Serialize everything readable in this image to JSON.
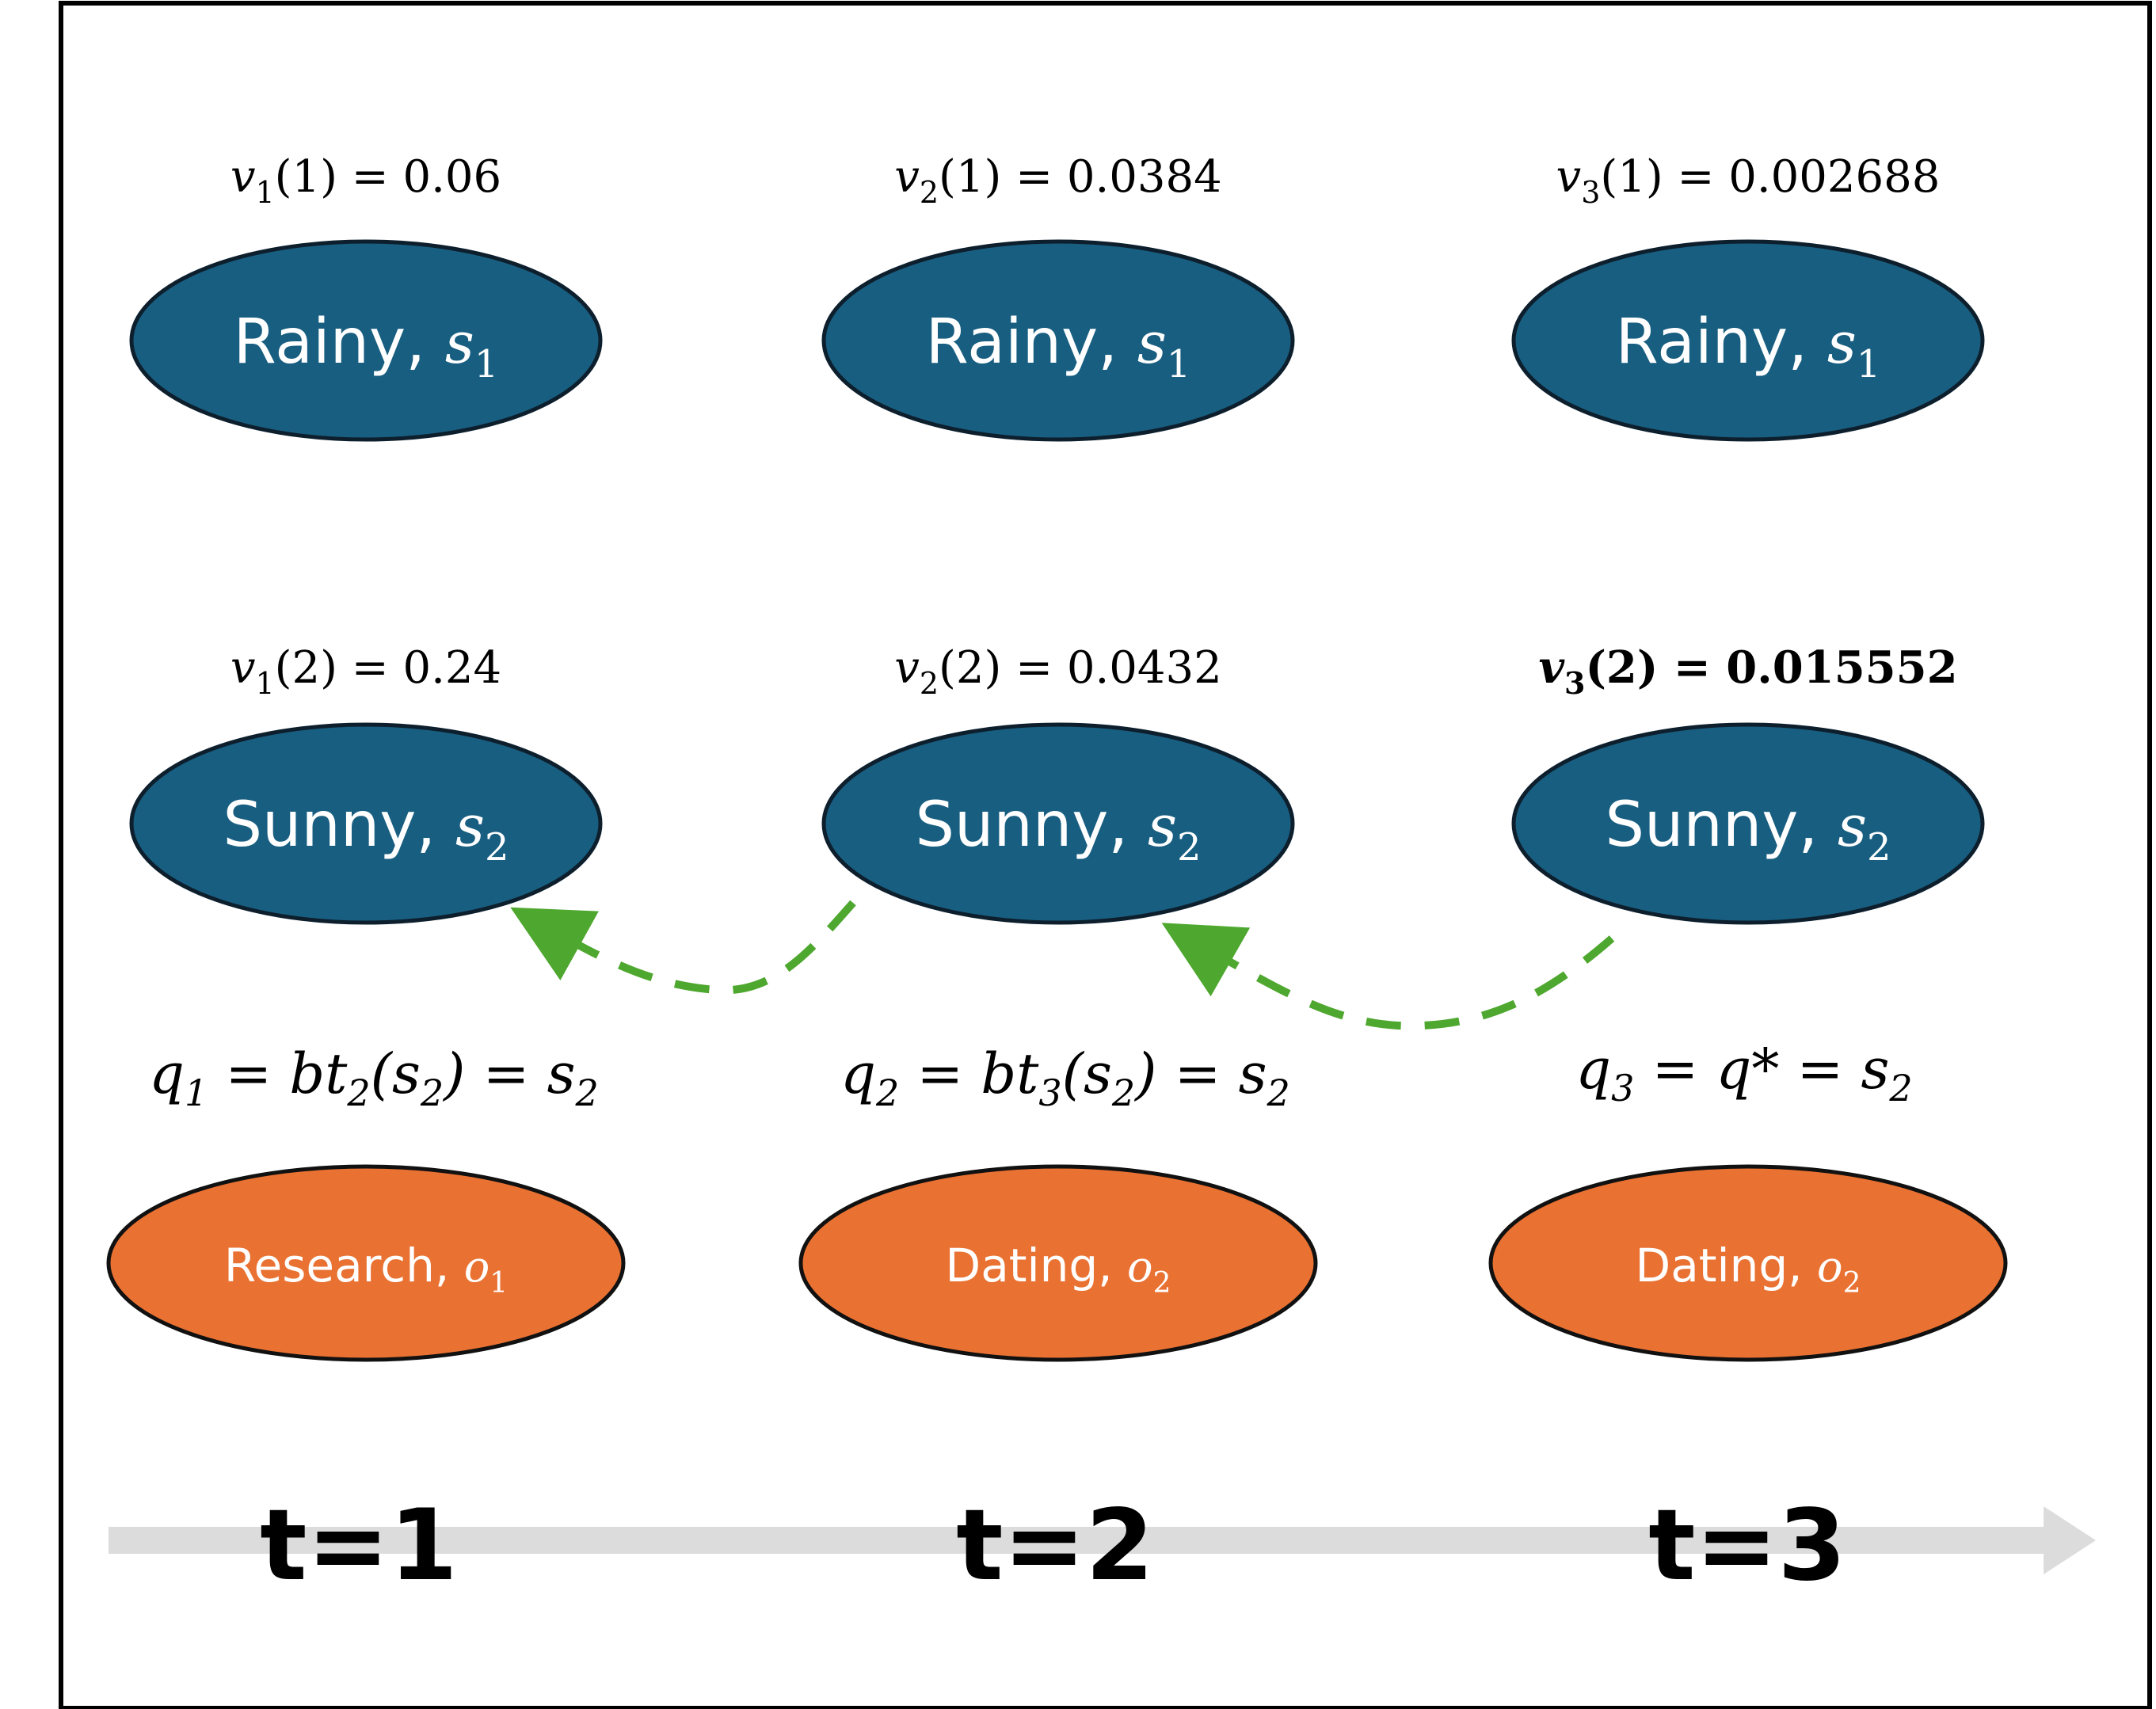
{
  "timesteps": [
    {
      "label": "t=1",
      "rainy": {
        "v_text": {
          "v": "v",
          "sub": "1",
          "rest": "(1) = 0.06"
        },
        "state_word": "Rainy, ",
        "state_var": "s",
        "state_sub": "1"
      },
      "sunny": {
        "v_text": {
          "v": "v",
          "sub": "1",
          "rest": "(2) = 0.24"
        },
        "state_word": "Sunny, ",
        "state_var": "s",
        "state_sub": "2"
      },
      "q_text": {
        "q": "q",
        "q_sub": "1",
        "body": " = bt",
        "bt_sub": "2",
        "mid": "(s",
        "mid_sub": "2",
        "tail": ") = s",
        "tail_sub": "2"
      },
      "observation": {
        "word": "Research, ",
        "var": "o",
        "sub": "1"
      }
    },
    {
      "label": "t=2",
      "rainy": {
        "v_text": {
          "v": "v",
          "sub": "2",
          "rest": "(1) = 0.0384"
        },
        "state_word": "Rainy, ",
        "state_var": "s",
        "state_sub": "1"
      },
      "sunny": {
        "v_text": {
          "v": "v",
          "sub": "2",
          "rest": "(2) = 0.0432"
        },
        "state_word": "Sunny, ",
        "state_var": "s",
        "state_sub": "2"
      },
      "q_text": {
        "q": "q",
        "q_sub": "2",
        "body": " = bt",
        "bt_sub": "3",
        "mid": "(s",
        "mid_sub": "2",
        "tail": ") = s",
        "tail_sub": "2"
      },
      "observation": {
        "word": "Dating, ",
        "var": "o",
        "sub": "2"
      }
    },
    {
      "label": "t=3",
      "rainy": {
        "v_text": {
          "v": "v",
          "sub": "3",
          "rest": "(1) = 0.002688"
        },
        "state_word": "Rainy, ",
        "state_var": "s",
        "state_sub": "1"
      },
      "sunny": {
        "v_text": {
          "v": "v",
          "sub": "3",
          "rest": "(2) = 0.015552",
          "bold": true
        },
        "state_word": "Sunny, ",
        "state_var": "s",
        "state_sub": "2"
      },
      "q_text": {
        "q": "q",
        "q_sub": "3",
        "star": " = q* = s",
        "star_sub": "2"
      },
      "observation": {
        "word": "Dating, ",
        "var": "o",
        "sub": "2"
      }
    }
  ],
  "colors": {
    "state_fill": "#185e80",
    "observation_fill": "#e97132",
    "outline": "#0d1f2d",
    "backtrack_arrow": "#4ea72e",
    "timeline": "#dcdcdc",
    "frame": "#000000"
  },
  "icons": {
    "backtrack": "dashed-curved-arrow",
    "timeline": "right-arrow"
  }
}
